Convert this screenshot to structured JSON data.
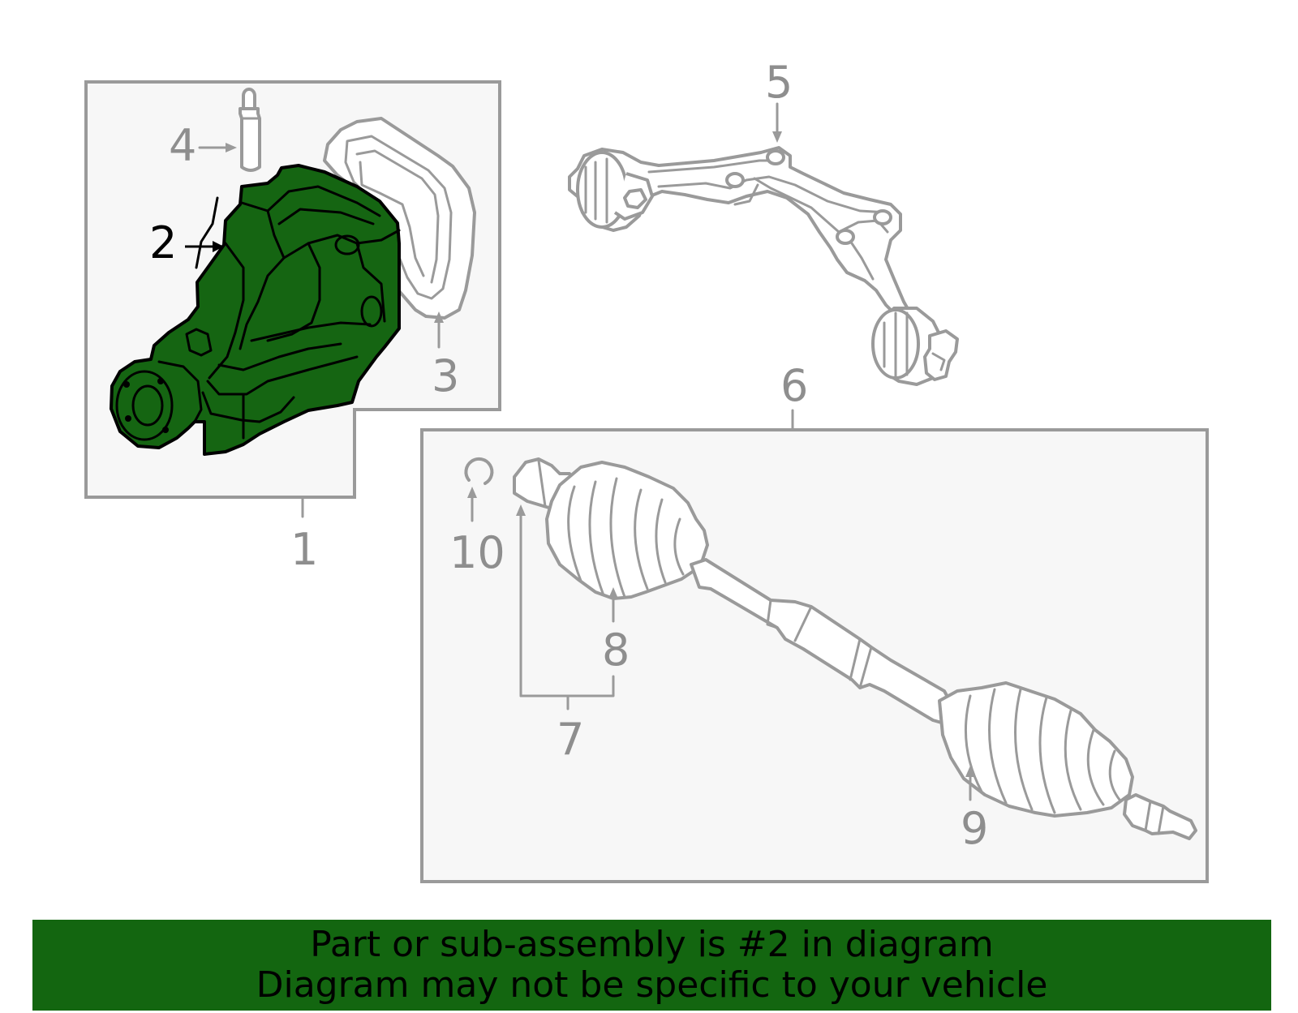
{
  "callouts": {
    "c1": "1",
    "c2": "2",
    "c3": "3",
    "c4": "4",
    "c5": "5",
    "c6": "6",
    "c7": "7",
    "c8": "8",
    "c9": "9",
    "c10": "10"
  },
  "highlighted_part": "2",
  "colors": {
    "highlight": "#156512",
    "banner": "#136610",
    "line_art": "#9a9a9a"
  },
  "banner": {
    "line1": "Part or sub-assembly is #2 in diagram",
    "line2": "Diagram may not be specific to your vehicle"
  }
}
